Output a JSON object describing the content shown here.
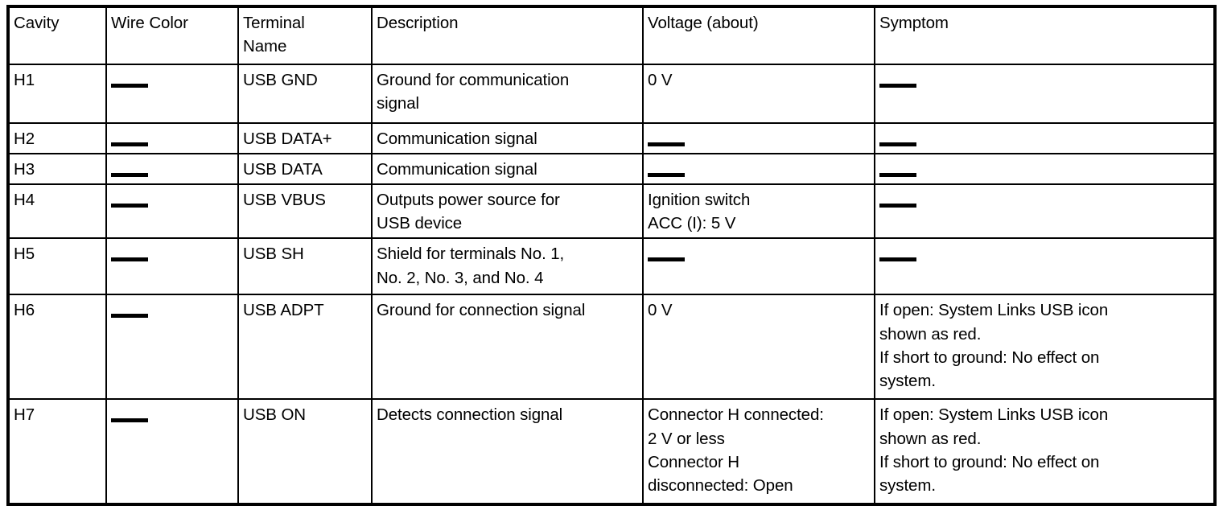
{
  "table": {
    "columns": [
      {
        "key": "cavity",
        "label": "Cavity"
      },
      {
        "key": "wire",
        "label": "Wire Color"
      },
      {
        "key": "terminal",
        "label": "Terminal\nName"
      },
      {
        "key": "desc",
        "label": "Description"
      },
      {
        "key": "voltage",
        "label": "Voltage (about)"
      },
      {
        "key": "symptom",
        "label": "Symptom"
      }
    ],
    "rows": [
      {
        "cavity": "H1",
        "wire": "—",
        "terminal": "USB GND",
        "desc": "Ground for communication\nsignal",
        "voltage": "0 V",
        "symptom": "—"
      },
      {
        "cavity": "H2",
        "wire": "—",
        "terminal": "USB DATA+",
        "desc": "Communication signal",
        "voltage": "—",
        "symptom": "—"
      },
      {
        "cavity": "H3",
        "wire": "—",
        "terminal": "USB DATA",
        "desc": "Communication signal",
        "voltage": "—",
        "symptom": "—"
      },
      {
        "cavity": "H4",
        "wire": "—",
        "terminal": "USB VBUS",
        "desc": "Outputs power source for\nUSB device",
        "voltage": "Ignition switch\nACC (I): 5 V",
        "symptom": "—"
      },
      {
        "cavity": "H5",
        "wire": "—",
        "terminal": "USB SH",
        "desc": "Shield for terminals No. 1,\nNo. 2, No. 3, and No. 4",
        "voltage": "—",
        "symptom": "—"
      },
      {
        "cavity": "H6",
        "wire": "—",
        "terminal": "USB ADPT",
        "desc": "Ground for connection signal",
        "voltage": "0 V",
        "symptom": "If open: System Links USB icon\nshown as red.\nIf short to ground: No effect on\nsystem."
      },
      {
        "cavity": "H7",
        "wire": "—",
        "terminal": "USB ON",
        "desc": "Detects connection signal",
        "voltage": "Connector H connected:\n2 V or less\nConnector H\ndisconnected: Open",
        "symptom": "If open: System Links USB icon\nshown as red.\nIf short to ground: No effect on\nsystem."
      }
    ]
  },
  "style": {
    "border_color": "#000000",
    "text_color": "#000000",
    "background": "#ffffff"
  }
}
